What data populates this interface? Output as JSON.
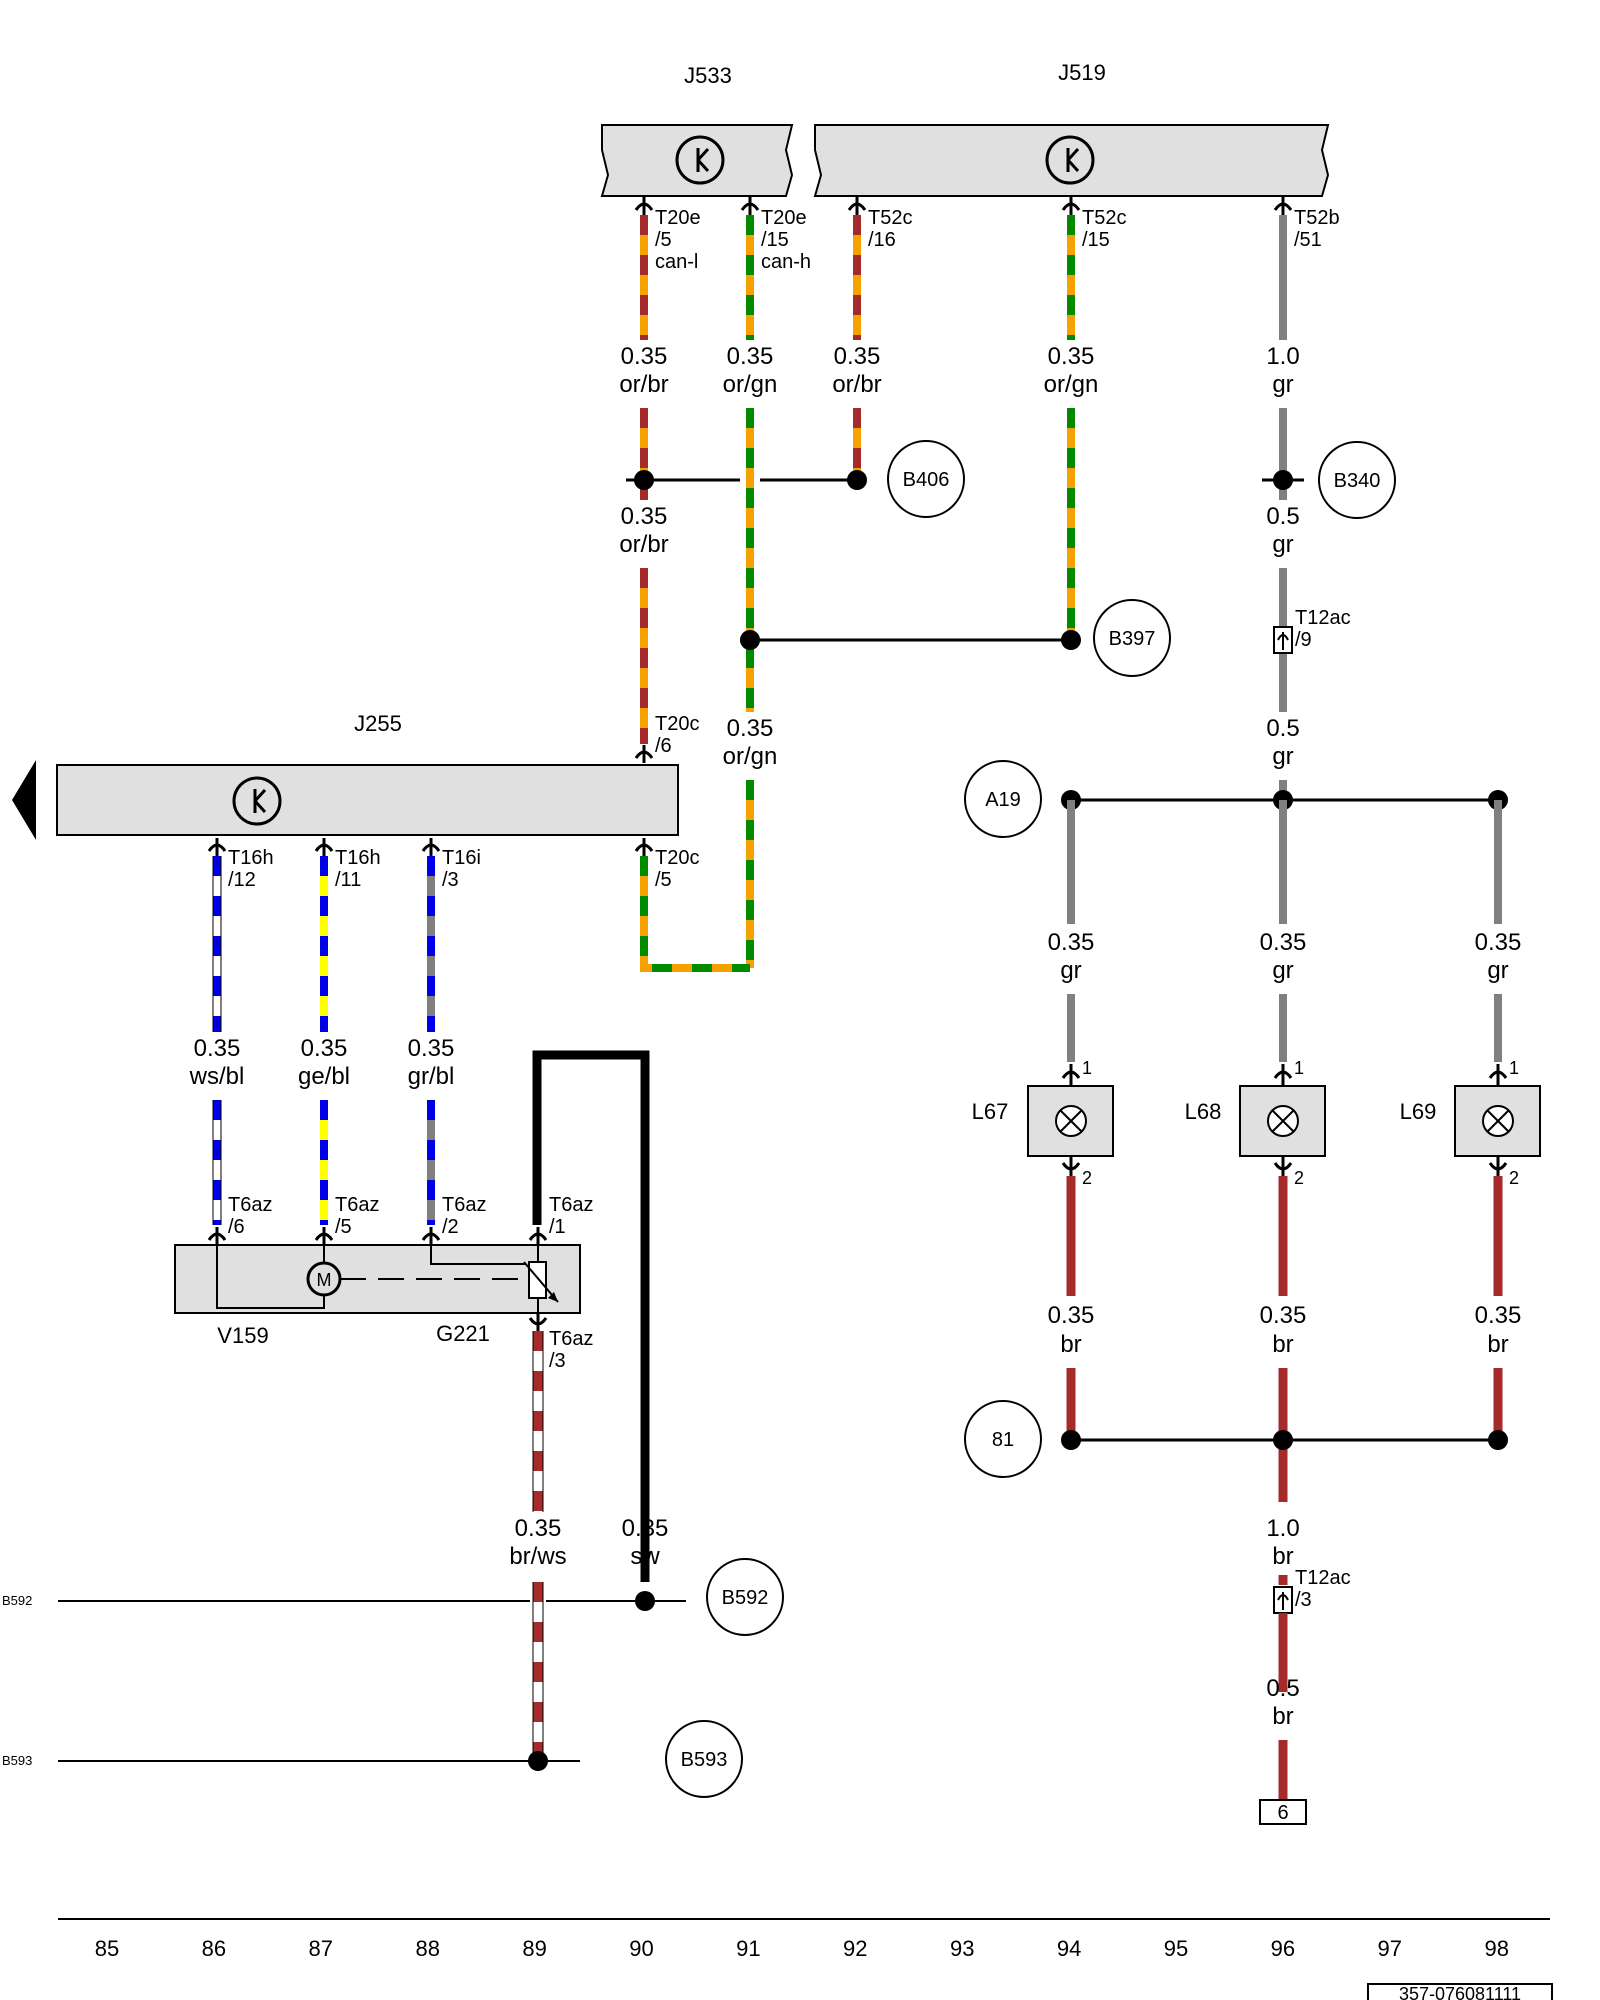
{
  "diagram": {
    "components": {
      "j533": "J533",
      "j519": "J519",
      "j255": "J255",
      "v159": "V159",
      "g221": "G221",
      "l67": "L67",
      "l68": "L68",
      "l69": "L69",
      "motor_symbol": "M"
    },
    "pins": {
      "t20e_5": [
        "T20e",
        "/5",
        "can-l"
      ],
      "t20e_15": [
        "T20e",
        "/15",
        "can-h"
      ],
      "t52c_16": [
        "T52c",
        "/16"
      ],
      "t52c_15": [
        "T52c",
        "/15"
      ],
      "t52b_51": [
        "T52b",
        "/51"
      ],
      "t20c_6": [
        "T20c",
        "/6"
      ],
      "t20c_5": [
        "T20c",
        "/5"
      ],
      "t16h_12": [
        "T16h",
        "/12"
      ],
      "t16h_11": [
        "T16h",
        "/11"
      ],
      "t16i_3": [
        "T16i",
        "/3"
      ],
      "t6az_6": [
        "T6az",
        "/6"
      ],
      "t6az_5": [
        "T6az",
        "/5"
      ],
      "t6az_2": [
        "T6az",
        "/2"
      ],
      "t6az_1": [
        "T6az",
        "/1"
      ],
      "t6az_3": [
        "T6az",
        "/3"
      ],
      "t12ac_9": [
        "T12ac",
        "/9"
      ],
      "t12ac_3": [
        "T12ac",
        "/3"
      ],
      "lamp_pin_1": "1",
      "lamp_pin_2": "2"
    },
    "wires": {
      "w1": [
        "0.35",
        "or/br"
      ],
      "w2": [
        "0.35",
        "or/gn"
      ],
      "w3": [
        "0.35",
        "or/br"
      ],
      "w4": [
        "0.35",
        "or/gn"
      ],
      "w5": [
        "1.0",
        "gr"
      ],
      "w6": [
        "0.35",
        "or/br"
      ],
      "w7": [
        "0.5",
        "gr"
      ],
      "w8": [
        "0.35",
        "or/gn"
      ],
      "w9": [
        "0.5",
        "gr"
      ],
      "w10": [
        "0.35",
        "gr"
      ],
      "w11": [
        "0.35",
        "gr"
      ],
      "w12": [
        "0.35",
        "gr"
      ],
      "w13": [
        "0.35",
        "ws/bl"
      ],
      "w14": [
        "0.35",
        "ge/bl"
      ],
      "w15": [
        "0.35",
        "gr/bl"
      ],
      "w16": [
        "0.35",
        "br"
      ],
      "w17": [
        "0.35",
        "br"
      ],
      "w18": [
        "0.35",
        "br"
      ],
      "w19": [
        "0.35",
        "br/ws"
      ],
      "w20": [
        "0.35",
        "sw"
      ],
      "w21": [
        "1.0",
        "br"
      ],
      "w22": [
        "0.5",
        "br"
      ]
    },
    "connection_points": {
      "b406": "B406",
      "b340": "B340",
      "b397": "B397",
      "a19": "A19",
      "c81": "81",
      "b592": "B592",
      "b593": "B593",
      "ref_6": "6"
    },
    "side_labels": {
      "b592": "B592",
      "b593": "B593"
    },
    "track_numbers": [
      "85",
      "86",
      "87",
      "88",
      "89",
      "90",
      "91",
      "92",
      "93",
      "94",
      "95",
      "96",
      "97",
      "98"
    ],
    "drawing_number": "357-076081111",
    "colors": {
      "orange": "#f5a100",
      "brown": "#a52a2a",
      "green": "#008a00",
      "grey": "#808080",
      "blue": "#0000e6",
      "yellow": "#ffff00",
      "white": "#ffffff",
      "black": "#000000",
      "box_fill": "#e0e0e0"
    }
  }
}
